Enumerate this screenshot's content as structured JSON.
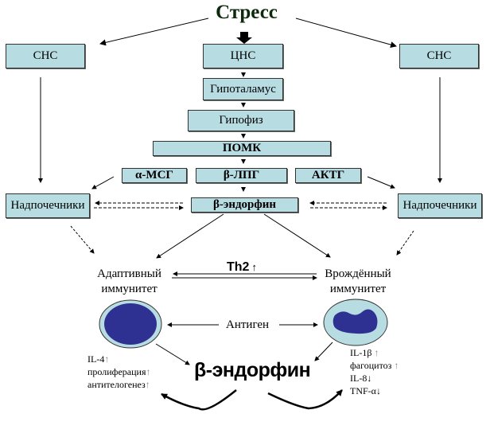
{
  "title": "Стресс",
  "boxes": {
    "sns_left": "СНС",
    "cns": "ЦНС",
    "sns_right": "СНС",
    "hypothalamus": "Гипоталамус",
    "pituitary": "Гипофиз",
    "pomc": "ПОМК",
    "amsh": "α-МСГ",
    "blph": "β-ЛПГ",
    "acth": "АКТГ",
    "adrenal_left": "Надпочечники",
    "bendorphin": "β-эндорфин",
    "adrenal_right": "Надпочечники"
  },
  "immunity": {
    "adaptive_line1": "Адаптивный",
    "adaptive_line2": "иммунитет",
    "innate_line1": "Врождённый",
    "innate_line2": "иммунитет",
    "th2_label": "Th2",
    "th2_arrow": "↑",
    "antigen": "Антиген"
  },
  "center_label": "β-эндорфин",
  "adaptive_effects": [
    {
      "text": "IL-4",
      "arrow": "↑"
    },
    {
      "text": "пролиферация",
      "arrow": "↑"
    },
    {
      "text": "антителогенез",
      "arrow": "↑"
    }
  ],
  "innate_effects": [
    {
      "text": "IL-1β ",
      "arrow": "↑"
    },
    {
      "text": "фагоцитоз ",
      "arrow": "↑"
    },
    {
      "text": "IL-8",
      "arrow": "↓"
    },
    {
      "text": "TNF-α",
      "arrow": "↓"
    }
  ],
  "colors": {
    "box_fill": "#b7dde3",
    "cell_outer": "#b7dde3",
    "cell_nucleus": "#2e3192",
    "title_color": "#0c2a0c"
  }
}
